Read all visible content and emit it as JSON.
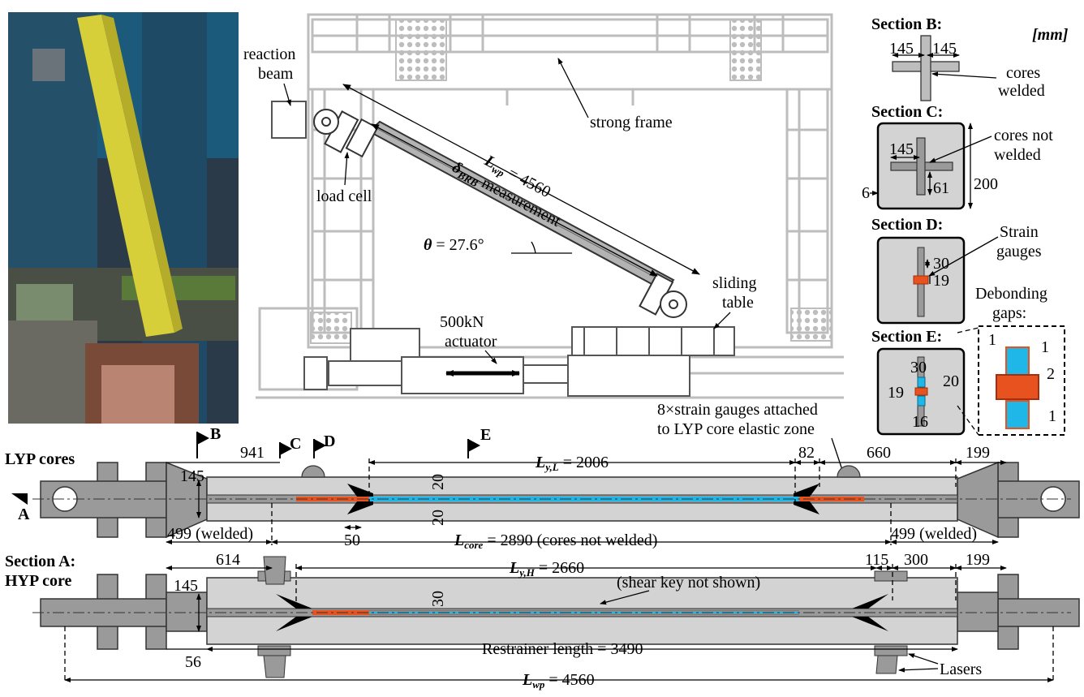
{
  "labels": {
    "reaction_beam_1": "reaction",
    "reaction_beam_2": "beam",
    "strong_frame": "strong frame",
    "load_cell": "load cell",
    "lwp_top_sym": "L",
    "lwp_top_sub": "wp",
    "lwp_top_val": " = 4560",
    "delta_sym": "δ",
    "delta_sub": "BRB",
    "delta_rest": " measurement",
    "theta_sym": "θ",
    "theta_val": " = 27.6°",
    "sliding_1": "sliding",
    "sliding_2": "table",
    "actuator_1": "500kN",
    "actuator_2": "actuator",
    "gauges_note_1": "8×strain gauges attached",
    "gauges_note_2": "to LYP core elastic zone"
  },
  "sections": {
    "units": "[mm]",
    "b_title": "Section B:",
    "b_145_left": "145",
    "b_145_right": "145",
    "b_note_1": "cores",
    "b_note_2": "welded",
    "c_title": "Section C:",
    "c_145": "145",
    "c_61": "61",
    "c_200": "200",
    "c_6": "6",
    "c_note_1": "cores not",
    "c_note_2": "welded",
    "d_title": "Section D:",
    "d_30": "30",
    "d_19": "19",
    "d_note_1": "Strain",
    "d_note_2": "gauges",
    "e_title": "Section E:",
    "e_30": "30",
    "e_19": "19",
    "e_20": "20",
    "e_16": "16",
    "gap_title_1": "Debonding",
    "gap_title_2": "gaps:",
    "gap_1a": "1",
    "gap_1b": "1",
    "gap_2": "2",
    "gap_1c": "1"
  },
  "lyp": {
    "title": "LYP cores",
    "flag_b": "B",
    "flag_c": "C",
    "flag_d": "D",
    "flag_e": "E",
    "section_a": "A",
    "d941": "941",
    "d145": "145",
    "ly_sym": "L",
    "ly_sub": "y,L",
    "ly_val": " = 2006",
    "d82": "82",
    "d660": "660",
    "d199": "199",
    "d20a": "20",
    "d20b": "20",
    "d499_left": "499 (welded)",
    "d50": "50",
    "lcore_sym": "L",
    "lcore_sub": "core",
    "lcore_val": " = 2890 (cores not welded)",
    "d499_right": "499 (welded)"
  },
  "hyp": {
    "title_1": "Section A:",
    "title_2": "HYP core",
    "d614": "614",
    "lyh_sym": "L",
    "lyh_sub": "y,H",
    "lyh_val": " = 2660",
    "d115": "115",
    "d300": "300",
    "d199": "199",
    "d145": "145",
    "shear_key": "(shear key not shown)",
    "d30": "30",
    "d56": "56",
    "restrainer": "Restrainer length = 3490",
    "lasers": "Lasers",
    "lwp_sym": "L",
    "lwp_sub": "wp",
    "lwp_val": " = 4560"
  },
  "colors": {
    "yellow_steel": "#d6cf3a",
    "restrainer_grey": "#d3d3d3",
    "core_grey": "#9a9a9a",
    "lyp_blue": "#1fb6e8",
    "lyp_orange": "#e8521e",
    "frame_grey": "#bdbdbd"
  }
}
